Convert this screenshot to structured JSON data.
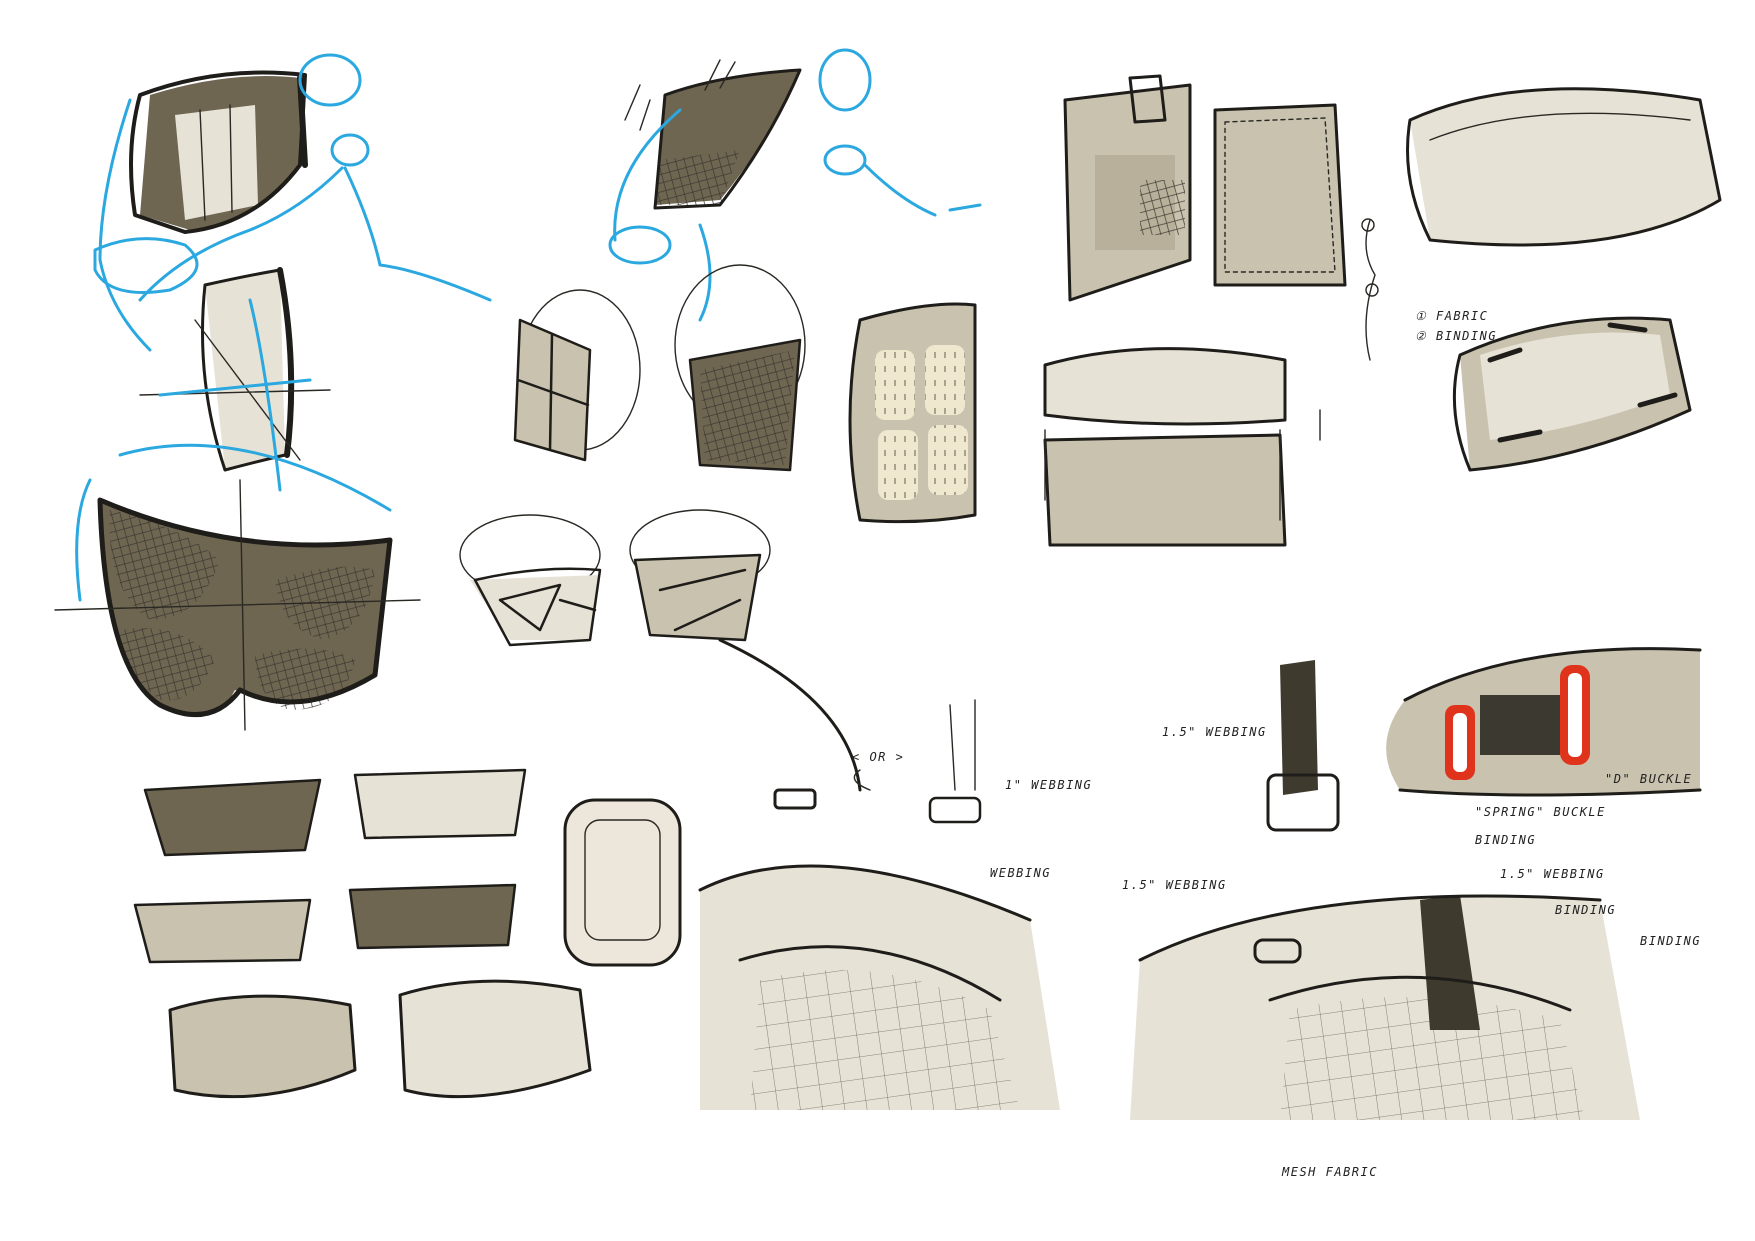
{
  "annotations": {
    "fabric": "① FABRIC",
    "binding_legend": "② BINDING",
    "or": "< OR >",
    "webbing_1in": "1\" WEBBING",
    "webbing_left": "WEBBING",
    "webbing_15_top": "1.5\" WEBBING",
    "d_buckle": "\"D\" BUCKLE",
    "spring_buckle": "\"SPRING\" BUCKLE",
    "binding_right_a": "BINDING",
    "webbing_15_left": "1.5\" WEBBING",
    "webbing_15_right": "1.5\" WEBBING",
    "binding_right_b": "BINDING",
    "binding_right_c": "BINDING",
    "mesh_fabric": "MESH FABRIC"
  },
  "colors": {
    "ink": "#1f1d19",
    "construction_blue": "#2aa8df",
    "marker_light": "#e7e2d6",
    "marker_mid": "#c9c2af",
    "marker_dark": "#6f6652",
    "buckle_red": "#e0331b"
  }
}
